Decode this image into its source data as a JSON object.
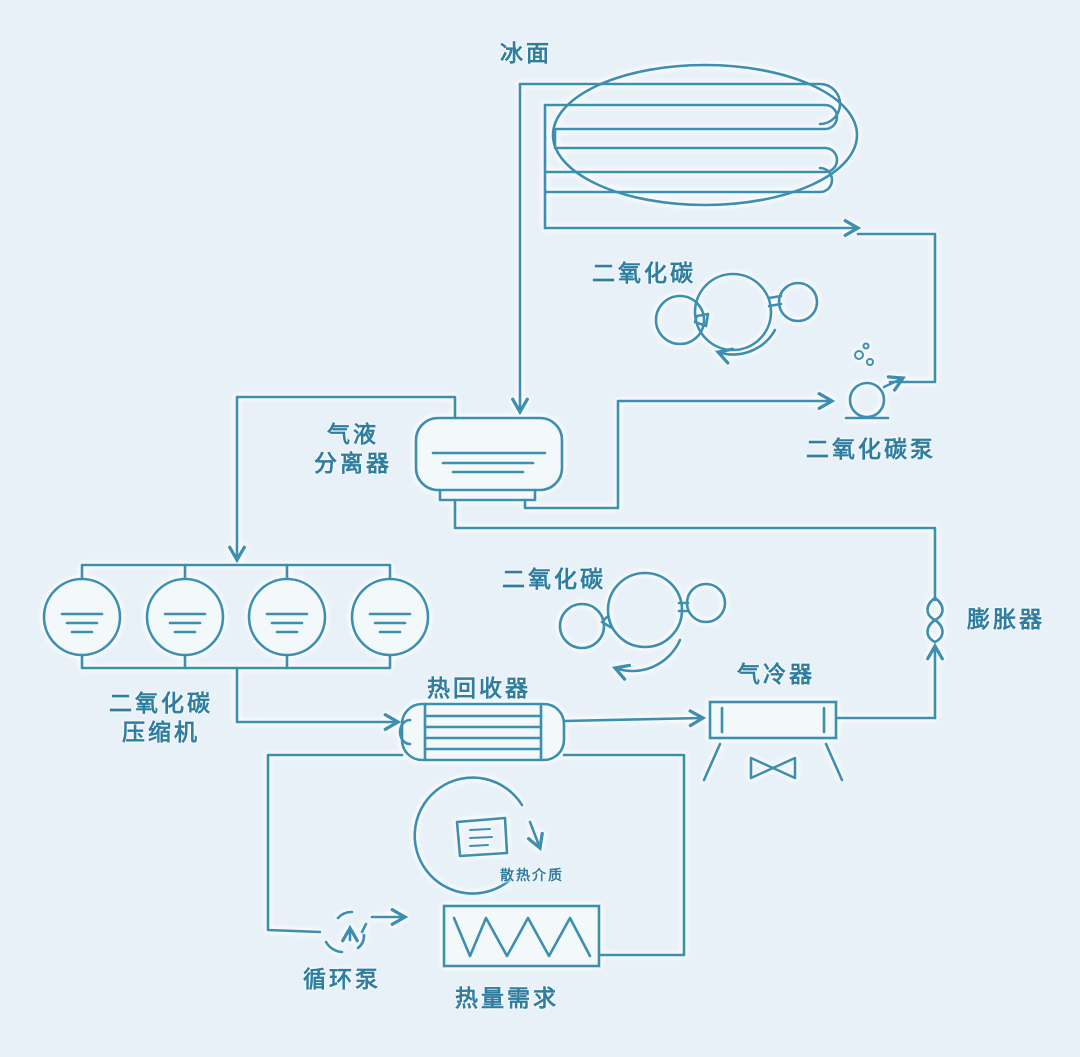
{
  "labels": {
    "ice_surface": "冰面",
    "co2_molecule_top": "二氧化碳",
    "co2_pump": "二氧化碳泵",
    "gas_liquid_separator": "气液\n分离器",
    "co2_molecule_mid": "二氧化碳",
    "expander": "膨胀器",
    "co2_compressor": "二氧化碳\n压缩机",
    "heat_recovery": "热回收器",
    "gas_cooler": "气冷器",
    "heat_medium": "散热介质",
    "circulation_pump": "循环泵",
    "heat_demand": "热量需求"
  },
  "colors": {
    "line": "#3d8fb0",
    "background": "#e8f1f8",
    "text": "#2f7ea0"
  }
}
